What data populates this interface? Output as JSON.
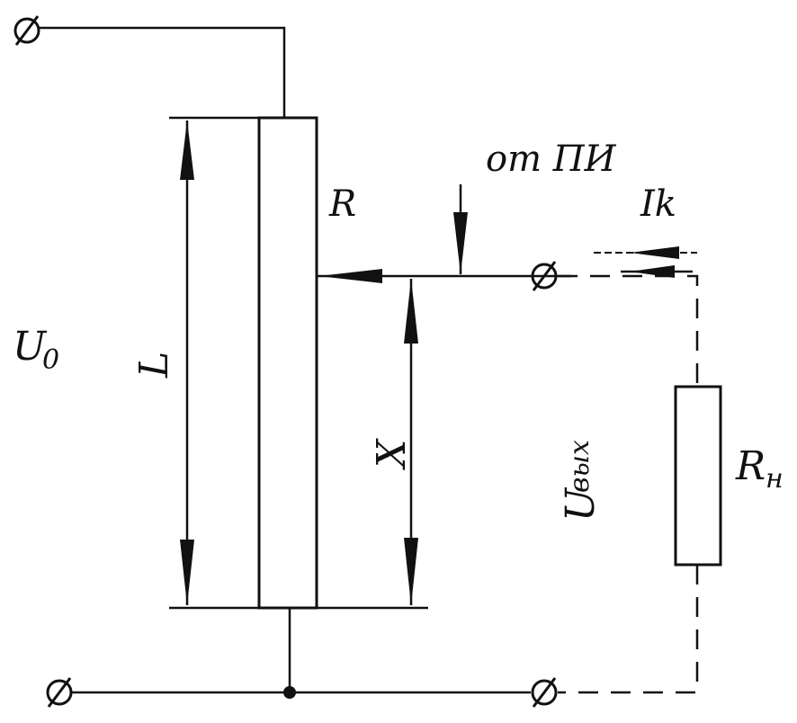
{
  "diagram": {
    "labels": {
      "R": "R",
      "ot_pi": "от ПИ",
      "Ik": "Ik",
      "U0": "U",
      "U0_sub": "0",
      "L": "L",
      "X": "X",
      "Uvyh": "U",
      "Uvyh_sub": "вых",
      "Rn": "R",
      "Rn_sub": "н"
    },
    "colors": {
      "ink": "#111111",
      "background": "#ffffff"
    },
    "terminal_symbol": "Ø"
  }
}
